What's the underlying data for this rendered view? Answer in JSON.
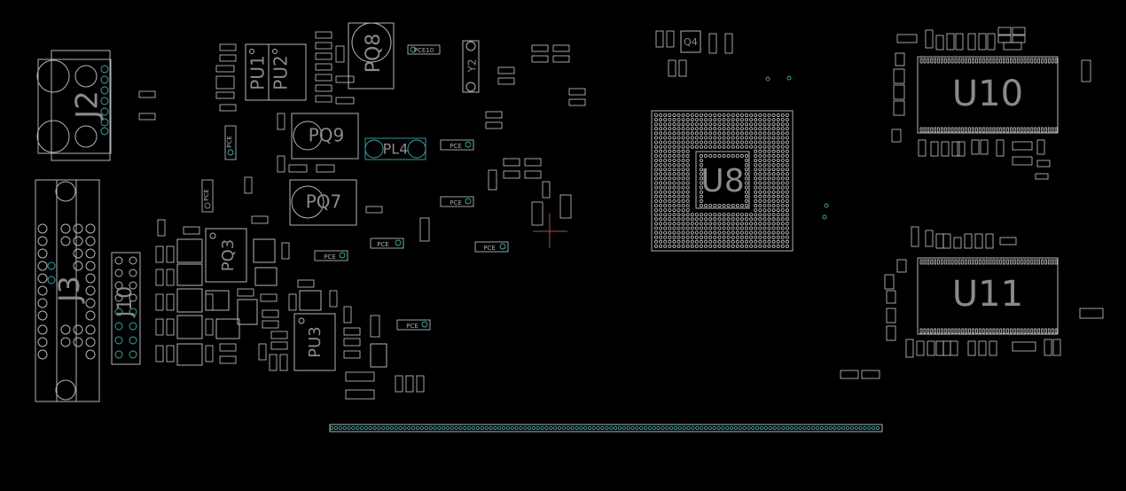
{
  "board": {
    "labels": {
      "J2": "J2",
      "J3": "J3",
      "J10": "J10",
      "PU1": "PU1",
      "PU2": "PU2",
      "PQ8": "PQ8",
      "Y2": "Y2",
      "PQ9": "PQ9",
      "PL4": "PL4",
      "PQ7": "PQ7",
      "PQ3": "PQ3",
      "PU3": "PU3",
      "Q4": "Q4",
      "U8": "U8",
      "U10": "U10",
      "U11": "U11",
      "PCE_a": "PCE10",
      "PCE_b": "PCE",
      "PCE_c": "PCE",
      "PCE_d": "PCE",
      "PCE_e": "PCE",
      "PCE_f": "PCE",
      "PCE_g": "PCE",
      "PCE_h": "PCE",
      "PCE_i": "PCE"
    },
    "colors": {
      "background": "#000000",
      "outline": "#b4b4b4",
      "via": "#3fa9a9",
      "label": "#8a8a8a",
      "marker": "#a05050"
    }
  }
}
